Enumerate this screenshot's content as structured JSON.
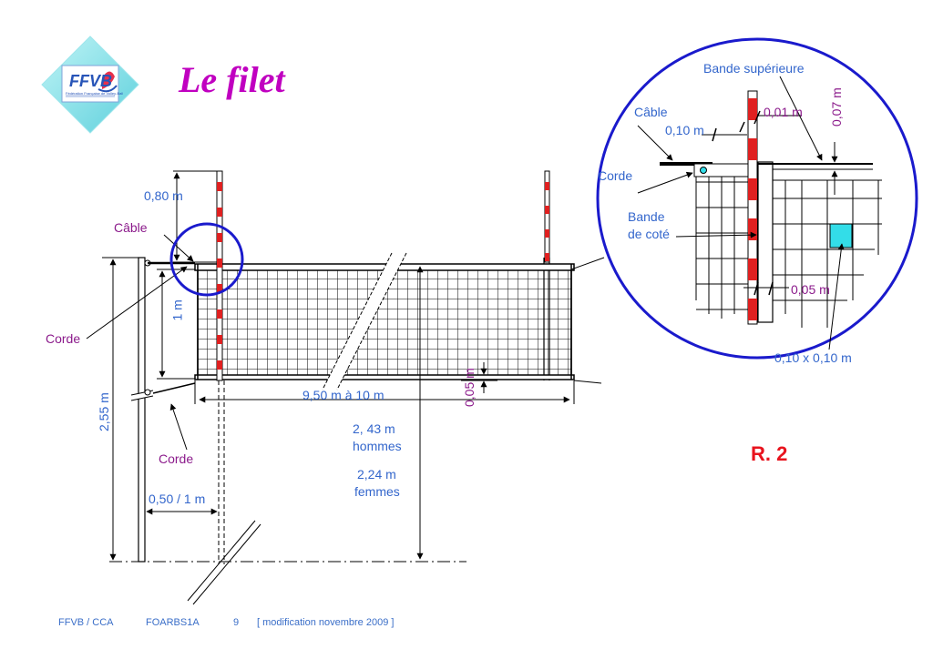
{
  "title": "Le filet",
  "logo": {
    "text": "FFVB",
    "subtext": "Fédération Française de Volley-Ball"
  },
  "reference": "R. 2",
  "labels": {
    "antenna_height": "0,80 m",
    "cable": "Câble",
    "rope_top": "Corde",
    "net_height_band": "1 m",
    "post_height": "2,55 m",
    "rope_bottom": "Corde",
    "post_distance": "0,50 / 1 m",
    "net_length": "9,50 m à 10 m",
    "bottom_band": "0,05 m",
    "men_height_value": "2, 43 m",
    "men_label": "hommes",
    "women_height_value": "2,24 m",
    "women_label": "femmes"
  },
  "detail": {
    "top_band": "Bande supérieure",
    "cable": "Câble",
    "cable_width": "0,10 m",
    "antenna_width": "0,01 m",
    "band_height": "0,07 m",
    "rope": "Corde",
    "side_band_line1": "Bande",
    "side_band_line2": "de coté",
    "side_band_width": "0,05 m",
    "mesh_size": "0,10 x 0,10 m"
  },
  "colors": {
    "blue_label": "#3366cc",
    "purple_label": "#8b1a8b",
    "title": "#c000c0",
    "circle": "#1a1acc",
    "reference": "#e8141e",
    "mesh_highlight": "#33dde8",
    "antenna_red": "#e02020"
  },
  "footer": {
    "org": "FFVB / CCA",
    "code": "FOARBS1A",
    "page": "9",
    "note": "[ modification novembre 2009 ]"
  }
}
